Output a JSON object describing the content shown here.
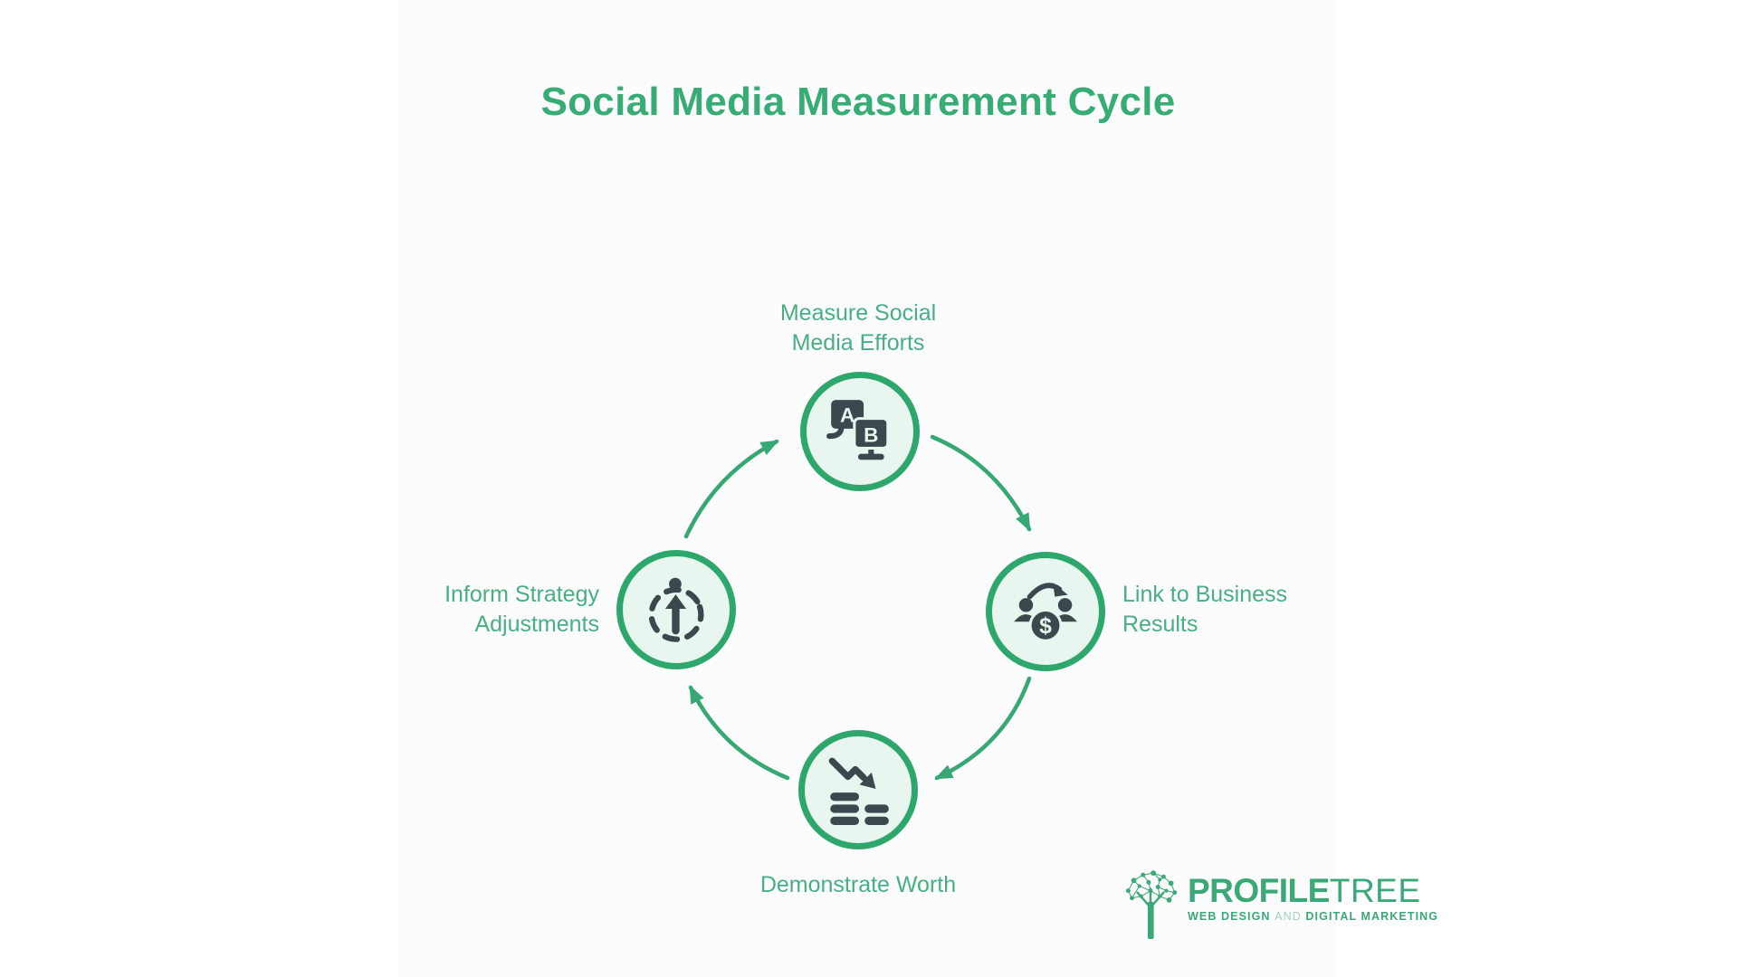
{
  "page": {
    "title_text": "Social Media Measurement Cycle"
  },
  "colors": {
    "green_stroke": "#2ea76c",
    "green_arrow": "#35a873",
    "green_title": "#37ad75",
    "green_label": "#46b083",
    "green_logo": "#3ba878",
    "green_logo_light": "#9ed3bc",
    "circle_fill": "#e9f5ef",
    "icon_dark": "#3d474e",
    "content_bg": "#fcfcfc",
    "page_bg": "#ffffff"
  },
  "cycle": {
    "nodes": [
      {
        "id": "measure-social-media-efforts",
        "icon": "ab-screens-icon",
        "lines": [
          "Measure Social",
          "Media Efforts"
        ]
      },
      {
        "id": "link-to-business-results",
        "icon": "people-money-exchange-icon",
        "lines": [
          "Link to Business",
          "Results"
        ]
      },
      {
        "id": "demonstrate-worth",
        "icon": "declining-chart-icon",
        "lines": [
          "Demonstrate Worth"
        ]
      },
      {
        "id": "inform-strategy-adjustments",
        "icon": "dashed-cycle-up-arrow-icon",
        "lines": [
          "Inform Strategy",
          "Adjustments"
        ]
      }
    ],
    "icon_letters": {
      "a": "A",
      "b": "B",
      "dollar": "$"
    }
  },
  "logo": {
    "brand_primary": "PROFILE",
    "brand_secondary": "TREE",
    "tagline_part1": "WEB DESIGN",
    "tagline_and": "AND",
    "tagline_part2": "DIGITAL MARKETING"
  }
}
